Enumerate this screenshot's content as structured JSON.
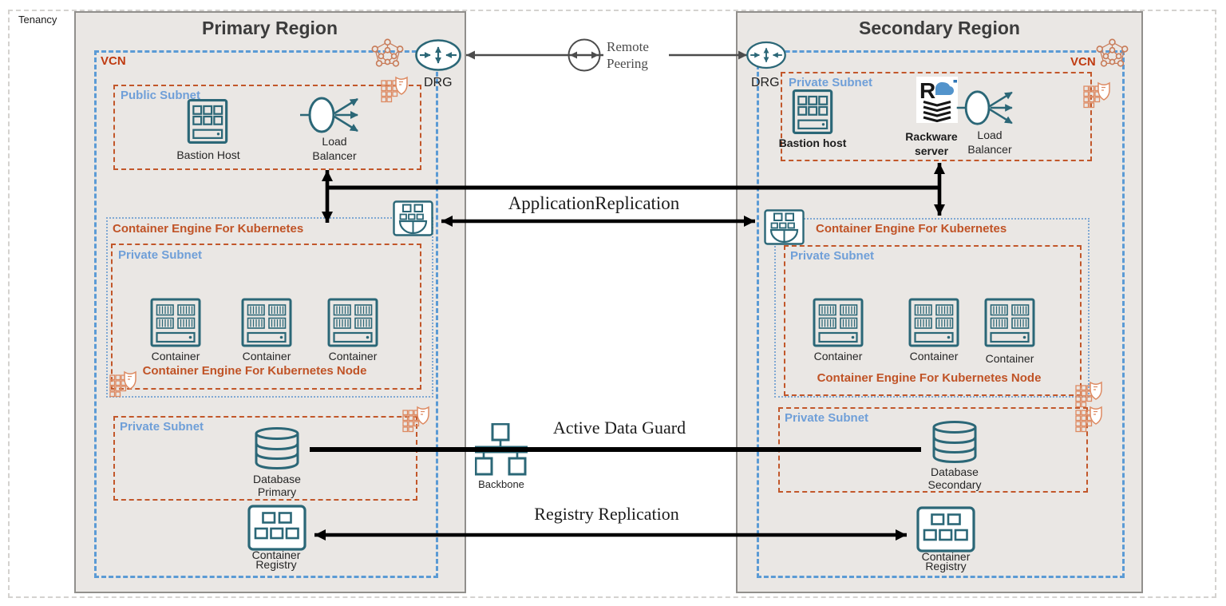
{
  "tenancy": {
    "label": "Tenancy"
  },
  "conn": {
    "remote1": "Remote",
    "remote2": "Peering",
    "app": "ApplicationReplication",
    "adg": "Active Data Guard",
    "reg": "Registry Replication",
    "backbone": "Backbone"
  },
  "primary": {
    "title": "Primary Region",
    "vcn": "VCN",
    "drg": "DRG",
    "public_subnet": {
      "label": "Public Subnet",
      "bastion": "Bastion Host",
      "lb1": "Load",
      "lb2": "Balancer"
    },
    "k8s": {
      "title": "Container Engine For Kubernetes",
      "subnet": "Private Subnet",
      "containers": [
        {
          "label": "Container"
        },
        {
          "label": "Container"
        },
        {
          "label": "Container"
        }
      ],
      "node": "Container Engine For Kubernetes Node"
    },
    "db": {
      "label": "Private Subnet",
      "db1": "Database",
      "db2": "Primary"
    },
    "registry1": "Container",
    "registry2": "Registry"
  },
  "secondary": {
    "title": "Secondary Region",
    "vcn": "VCN",
    "drg": "DRG",
    "private_subnet": {
      "label": "Private Subnet",
      "bastion": "Bastion host",
      "rackware_letter": "R",
      "rack1": "Rackware",
      "rack2": "server",
      "lb1": "Load",
      "lb2": "Balancer"
    },
    "k8s": {
      "title": "Container Engine For Kubernetes",
      "subnet": "Private Subnet",
      "containers": [
        {
          "label": "Container"
        },
        {
          "label": "Container"
        },
        {
          "label": "Container"
        }
      ],
      "node": "Container Engine For Kubernetes Node"
    },
    "db": {
      "label": "Private Subnet",
      "db1": "Database",
      "db2": "Secondary"
    },
    "registry1": "Container",
    "registry2": "Registry"
  },
  "colors": {
    "subnet_border_orange": "#c2572a",
    "vcn_border_blue": "#5b9bd5",
    "icon_teal": "#2b6777",
    "security_orange": "#dd8a62",
    "region_bg": "#eae7e4",
    "rackware_blue": "#3f87c5"
  }
}
